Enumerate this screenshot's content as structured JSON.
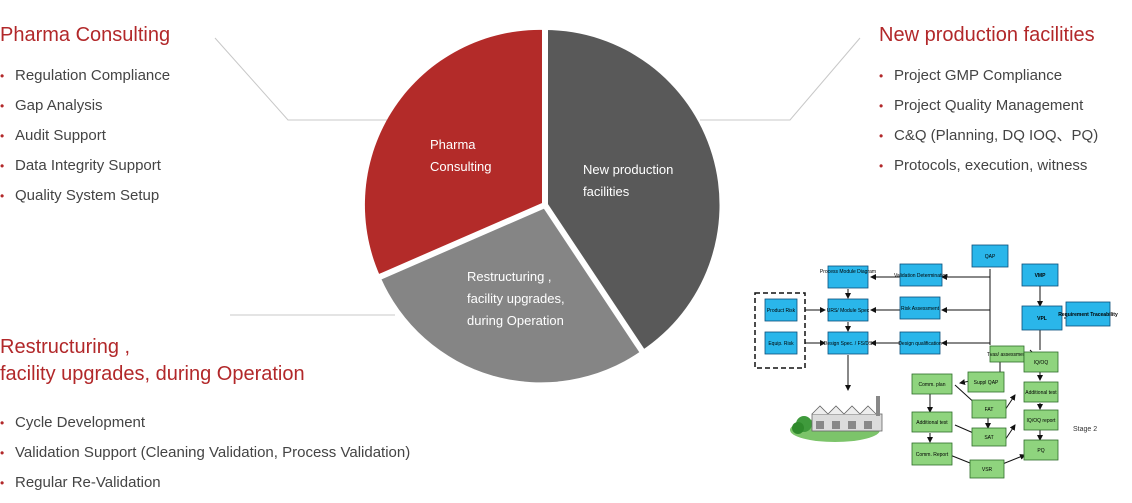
{
  "sections": {
    "pharma": {
      "title": "Pharma Consulting",
      "items": [
        "Regulation Compliance",
        "Gap Analysis",
        "Audit Support",
        "Data Integrity Support",
        "Quality System Setup"
      ]
    },
    "production": {
      "title": "New production facilities",
      "items": [
        "Project GMP Compliance",
        "Project Quality Management",
        "C&Q (Planning, DQ IOQ、PQ)",
        "Protocols, execution, witness"
      ]
    },
    "restructuring": {
      "title_line1": "Restructuring ,",
      "title_line2": "facility upgrades, during Operation",
      "items": [
        "Cycle Development",
        "Validation Support (Cleaning Validation, Process Validation)",
        "Regular Re-Validation"
      ]
    }
  },
  "pie": {
    "slices": [
      {
        "label_line1": "Pharma",
        "label_line2": "Consulting",
        "color": "#b32b29"
      },
      {
        "label_line1": "New production",
        "label_line2": "facilities",
        "color": "#595959"
      },
      {
        "label_line1": "Restructuring ,",
        "label_line2": "facility upgrades,",
        "label_line3": "during Operation",
        "color": "#858585"
      }
    ]
  },
  "flowchart": {
    "boxes": {
      "process_module_diagram": "Process Module Diagram",
      "validation_determination": "Validation Determination",
      "qap": "QAP",
      "vmp": "VMP",
      "product_risk": "Product Risk",
      "urs": "URS/ Module Spec",
      "risk_assessment": "Risk Assessment",
      "vpl": "VPL",
      "requirement_traceability": "Requirement Traceability",
      "equip_risk": "Equip. Risk",
      "design_spec": "Design Spec. / FS/DS",
      "design_qualification": "Design qualification",
      "tvas_assessment": "Tvas/ assessment",
      "iq_oq": "IQ/OQ",
      "comm_plan": "Comm. plan",
      "suppl_qap": "Suppl QAP",
      "additional_test_1": "Additional test",
      "fat": "FAT",
      "iq_oq_report": "IQ/OQ report",
      "additional_test_2": "Additional test",
      "sat": "SAT",
      "pq": "PQ",
      "comm_report": "Comm. Report",
      "vsr": "VSR"
    },
    "stage_label": "Stage 2"
  }
}
